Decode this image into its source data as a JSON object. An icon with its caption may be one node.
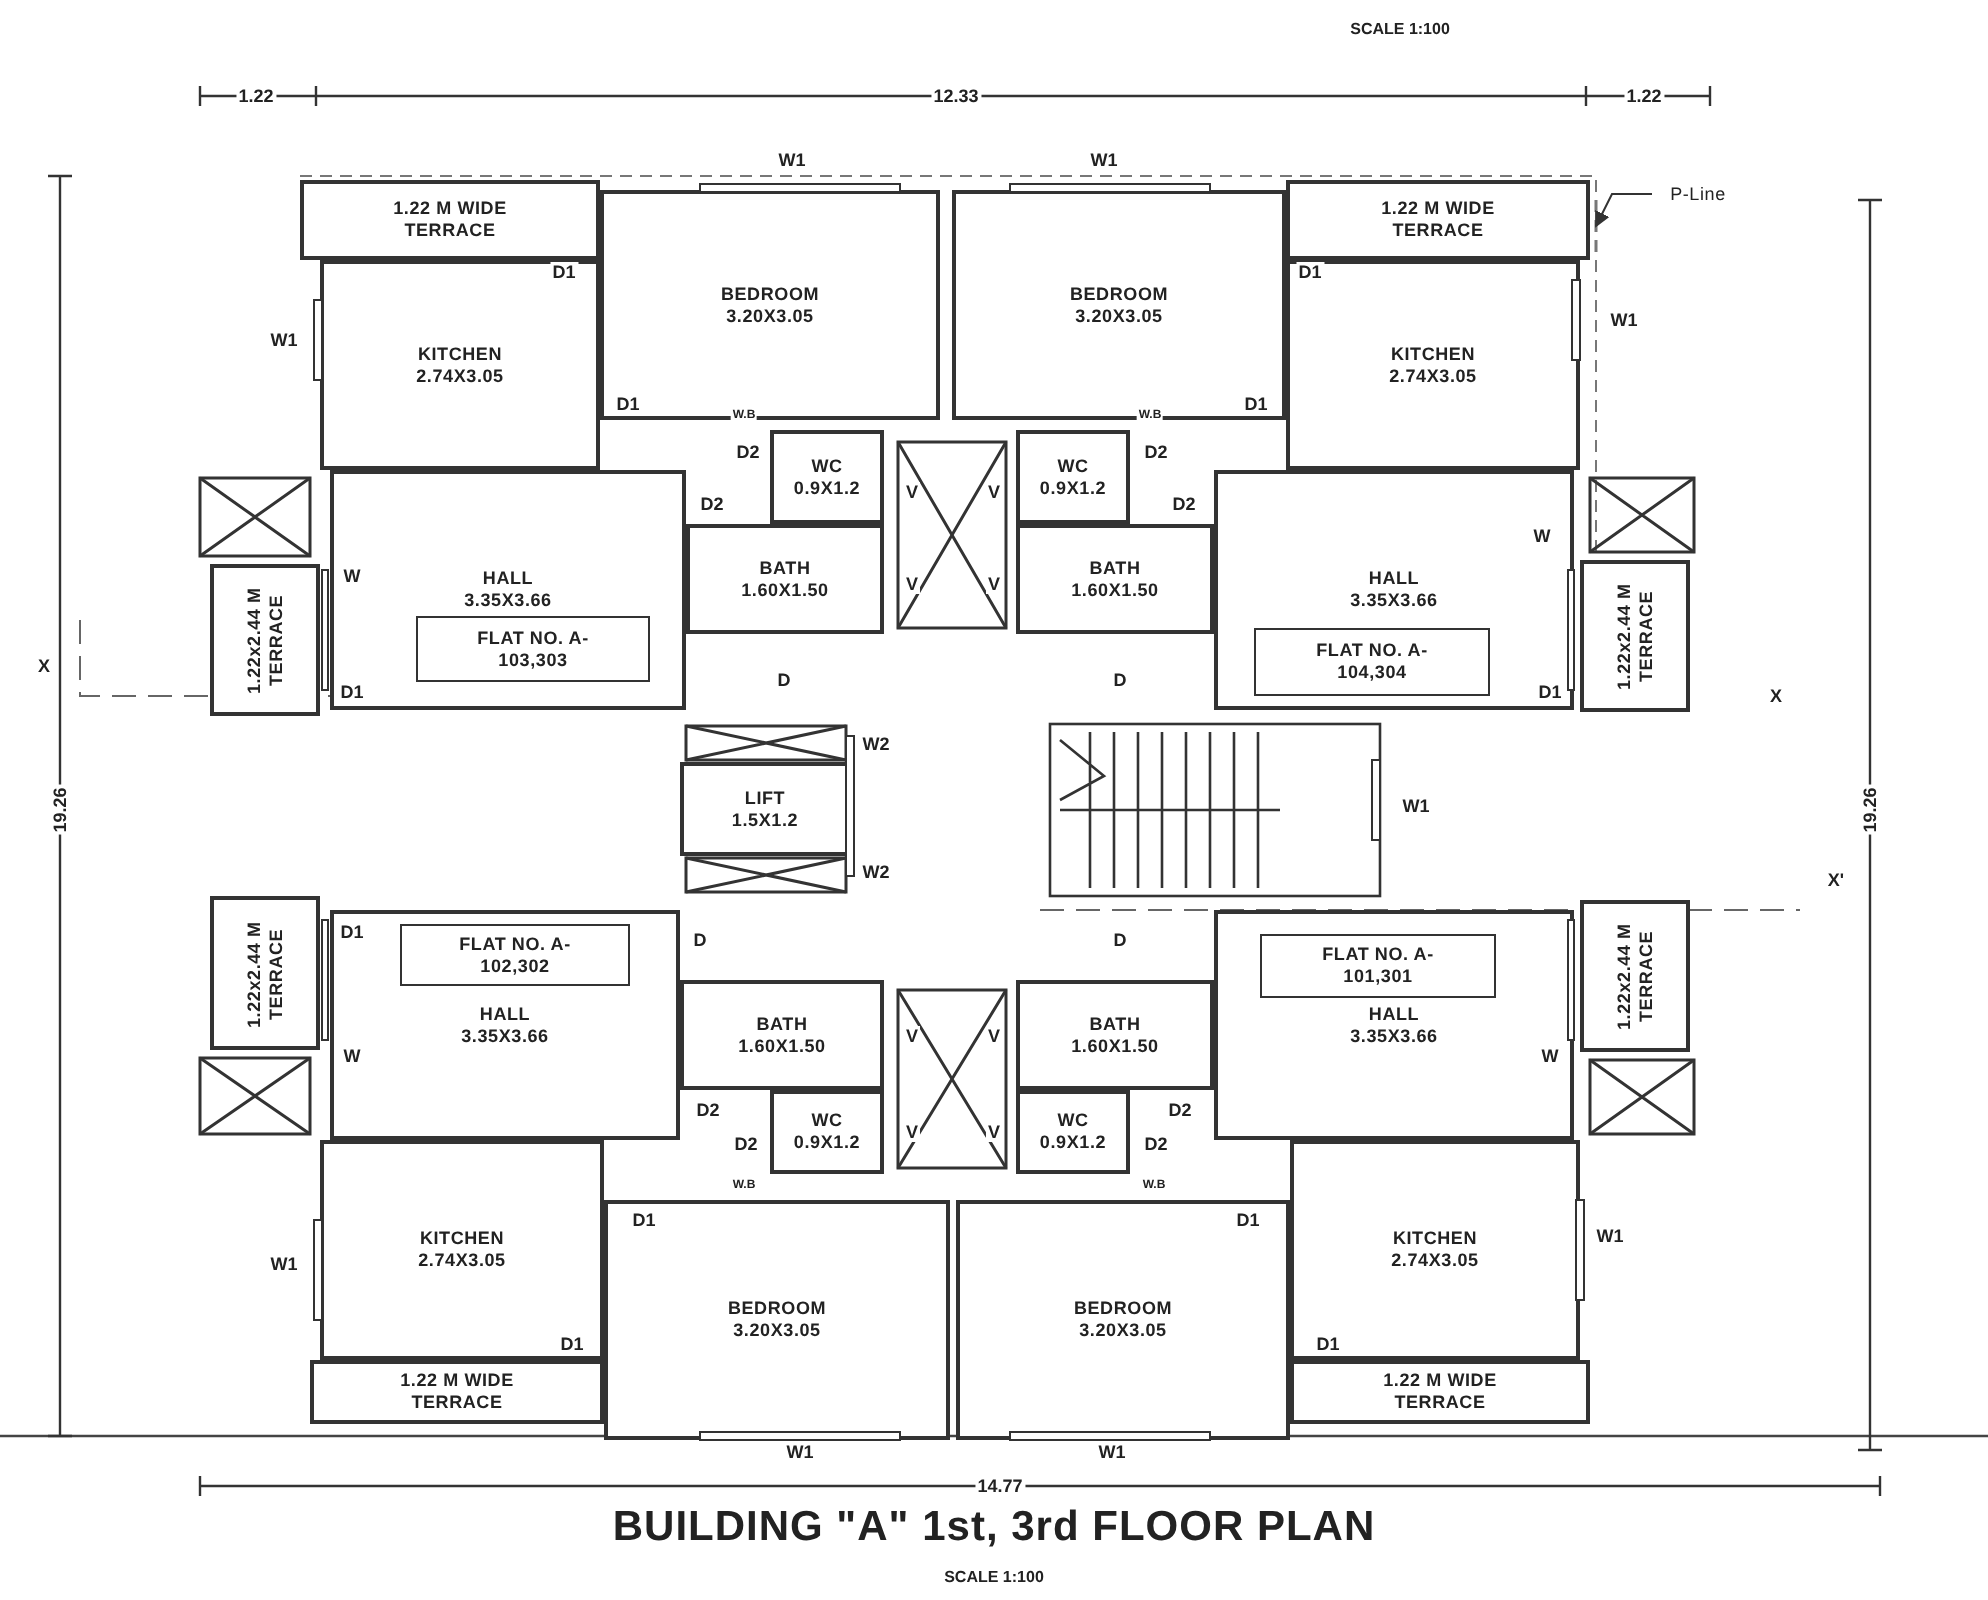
{
  "diagram": {
    "title": "BUILDING \"A\" 1st, 3rd FLOOR PLAN",
    "caption": "SCALE 1:100",
    "nodes": [
      {
        "text": [
          "1.22 M WIDE TERRACE"
        ]
      },
      {
        "text": [
          "BEDROOM",
          "3.20X3.05"
        ]
      },
      {
        "text": [
          "BEDROOM",
          "3.20X3.05"
        ]
      },
      {
        "text": [
          "1.22 M WIDE TERRACE"
        ]
      },
      {
        "text": [
          "KITCHEN",
          "2.74X3.05"
        ]
      },
      {
        "text": [
          "KITCHEN",
          "2.74X3.05"
        ]
      },
      {
        "text": [
          "WC",
          "0.9X1.2"
        ]
      },
      {
        "text": [
          "WC",
          "0.9X1.2"
        ]
      },
      {
        "text": [
          "HALL",
          "3.35X3.66"
        ]
      },
      {
        "text": [
          "BATH",
          "1.60X1.50"
        ]
      },
      {
        "text": [
          "BATH",
          "1.60X1.50"
        ]
      },
      {
        "text": [
          "HALL",
          "3.35X3.66"
        ]
      },
      {
        "text": [
          "1.22x2.44 M TERRACE"
        ]
      },
      {
        "text": [
          "FLAT NO. A-103,303"
        ],
        "in": 8
      },
      {
        "text": [
          "FLAT NO. A-104,304"
        ],
        "in": 11
      },
      {
        "text": [
          "1.22x2.44 M TERRACE"
        ]
      },
      {
        "text": [
          "LIFT",
          "1.5X1.2"
        ]
      },
      {
        "text": [
          "1.22x2.44 M TERRACE"
        ]
      },
      {
        "text": [
          "HALL",
          "3.35X3.66"
        ]
      },
      {
        "text": [
          "FLAT NO. A-102,302"
        ],
        "in": 18
      },
      {
        "text": [
          "HALL",
          "3.35X3.66"
        ]
      },
      {
        "text": [
          "FLAT NO. A-101,301"
        ],
        "in": 20
      },
      {
        "text": [
          "1.22x2.44 M TERRACE"
        ]
      },
      {
        "text": [
          "BATH",
          "1.60X1.50"
        ]
      },
      {
        "text": [
          "BATH",
          "1.60X1.50"
        ]
      },
      {
        "text": [
          "WC",
          "0.9X1.2"
        ]
      },
      {
        "text": [
          "WC",
          "0.9X1.2"
        ]
      },
      {
        "text": [
          "KITCHEN",
          "2.74X3.05"
        ]
      },
      {
        "text": [
          "KITCHEN",
          "2.74X3.05"
        ]
      },
      {
        "text": [
          "BEDROOM",
          "3.20X3.05"
        ]
      },
      {
        "text": [
          "BEDROOM",
          "3.20X3.05"
        ]
      },
      {
        "text": [
          "1.22 M WIDE TERRACE"
        ]
      },
      {
        "text": [
          "1.22 M WIDE TERRACE"
        ]
      },
      {
        "text": [
          "P-Line"
        ]
      },
      {
        "text": [],
        "shape": "line"
      }
    ],
    "edges": [
      {
        "from": 33,
        "to": 34,
        "arrow": "to"
      }
    ],
    "labels": [
      "SCALE 1:100",
      "1.22",
      "12.33",
      "1.22",
      "W1",
      "W1",
      "D1",
      "D1",
      "W1",
      "W1",
      "D1",
      "D1",
      "W.B",
      "W.B",
      "D2",
      "D2",
      "V",
      "V",
      "D2",
      "D2",
      "W",
      "W",
      "V",
      "V",
      "X",
      "D1",
      "D",
      "D",
      "D1",
      "X",
      "19.26",
      "19.26",
      "W2",
      "W1",
      "W2",
      "X'",
      "D1",
      "D",
      "D",
      "V",
      "V",
      "W",
      "W",
      "D2",
      "D2",
      "D2",
      "D2",
      "V",
      "V",
      "W.B",
      "W.B",
      "D1",
      "D1",
      "W1",
      "W1",
      "D1",
      "D1",
      "W1",
      "W1",
      "14.77"
    ]
  }
}
